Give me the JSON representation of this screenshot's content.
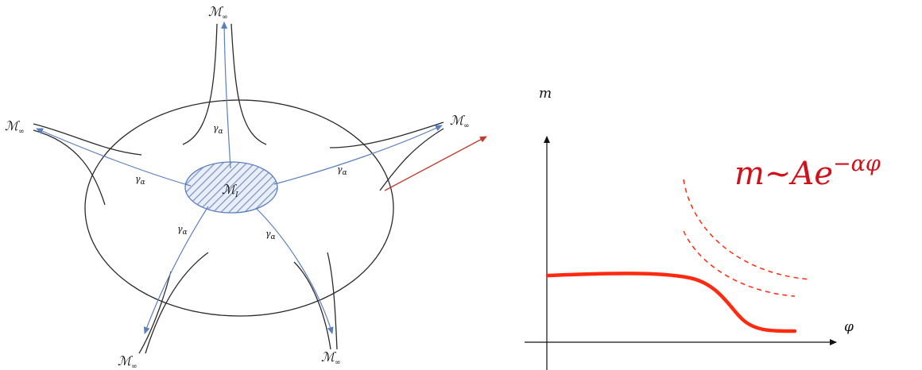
{
  "diagram": {
    "labels": {
      "m_inf": "ℳ",
      "inf_sub": "∞",
      "m_i": "ℳ",
      "i_sub": "I",
      "gamma": "γ",
      "gamma_sub": "α"
    },
    "colors": {
      "ink": "#2a2a2a",
      "flow": "#5a7fbf",
      "hatch": "#7f98c8",
      "arrow_red": "#c0392b"
    }
  },
  "plot": {
    "ylabel": "m",
    "xlabel": "φ",
    "formula": "m~Ae",
    "formula_exp": "−αφ",
    "colors": {
      "curve": "#ff2a10",
      "axis": "#111111"
    }
  }
}
